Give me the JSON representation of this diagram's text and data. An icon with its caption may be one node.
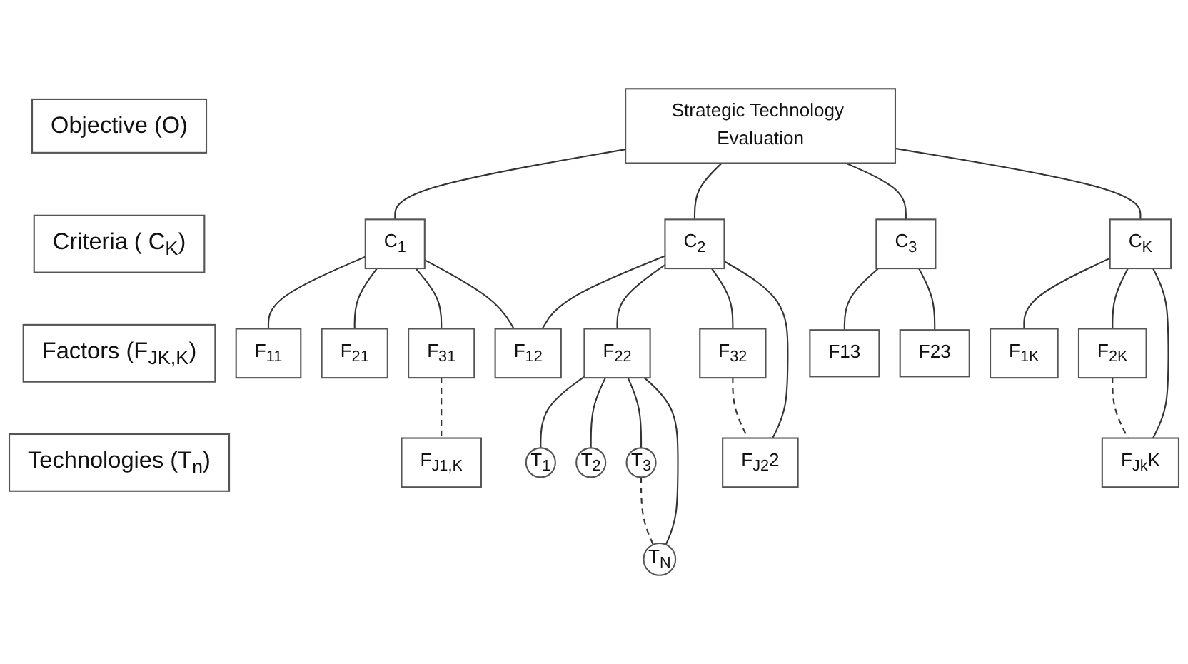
{
  "diagram": {
    "nodes": [
      {
        "text": [
          "Objective (O)"
        ]
      },
      {
        "text": [
          "Criteria ( C$_{K}$)"
        ]
      },
      {
        "text": [
          "Factors (F$_{JK,K}$)"
        ]
      },
      {
        "text": [
          "Technologies (T$_{n}$)"
        ]
      },
      {
        "text": [
          "Strategic Technology Evaluation"
        ]
      },
      {
        "text": [
          "C$_{1}$"
        ]
      },
      {
        "text": [
          "C$_{2}$"
        ]
      },
      {
        "text": [
          "C$_{3}$"
        ]
      },
      {
        "text": [
          "C$_{K}$"
        ]
      },
      {
        "text": [
          "F$_{11}$"
        ]
      },
      {
        "text": [
          "F$_{21}$"
        ]
      },
      {
        "text": [
          "F$_{31}$"
        ]
      },
      {
        "text": [
          "F$_{J1,K}$"
        ]
      },
      {
        "text": [
          "F$_{12}$"
        ]
      },
      {
        "text": [
          "F$_{22}$"
        ]
      },
      {
        "text": [
          "F$_{32}$"
        ]
      },
      {
        "text": [
          "F$_{J2}$2"
        ]
      },
      {
        "text": [
          "F13"
        ]
      },
      {
        "text": [
          "F23"
        ]
      },
      {
        "text": [
          "F$_{1K}$"
        ]
      },
      {
        "text": [
          "F$_{2K}$"
        ]
      },
      {
        "text": [
          "F$_{Jk}$K"
        ]
      },
      {
        "text": [
          "T$_{1}$"
        ]
      },
      {
        "text": [
          "T$_{2}$"
        ]
      },
      {
        "text": [
          "T$_{3}$"
        ]
      },
      {
        "text": [
          "T$_{N}$"
        ]
      }
    ],
    "edges": [
      {
        "from": 4,
        "to": 5,
        "arrow": "none"
      },
      {
        "from": 4,
        "to": 6,
        "arrow": "none"
      },
      {
        "from": 4,
        "to": 7,
        "arrow": "none"
      },
      {
        "from": 4,
        "to": 8,
        "arrow": "none"
      },
      {
        "from": 5,
        "to": 9,
        "arrow": "none"
      },
      {
        "from": 5,
        "to": 10,
        "arrow": "none"
      },
      {
        "from": 5,
        "to": 11,
        "arrow": "none"
      },
      {
        "from": 5,
        "to": 13,
        "arrow": "none"
      },
      {
        "from": 11,
        "to": 12,
        "arrow": "none",
        "style": "dashed"
      },
      {
        "from": 6,
        "to": 13,
        "arrow": "none"
      },
      {
        "from": 6,
        "to": 14,
        "arrow": "none"
      },
      {
        "from": 6,
        "to": 15,
        "arrow": "none"
      },
      {
        "from": 6,
        "to": 16,
        "arrow": "none"
      },
      {
        "from": 15,
        "to": 16,
        "arrow": "none",
        "style": "dashed"
      },
      {
        "from": 7,
        "to": 17,
        "arrow": "none"
      },
      {
        "from": 7,
        "to": 18,
        "arrow": "none"
      },
      {
        "from": 8,
        "to": 19,
        "arrow": "none"
      },
      {
        "from": 8,
        "to": 20,
        "arrow": "none"
      },
      {
        "from": 8,
        "to": 21,
        "arrow": "none"
      },
      {
        "from": 20,
        "to": 21,
        "arrow": "none",
        "style": "dashed"
      },
      {
        "from": 14,
        "to": 22,
        "arrow": "none"
      },
      {
        "from": 14,
        "to": 23,
        "arrow": "none"
      },
      {
        "from": 14,
        "to": 24,
        "arrow": "none"
      },
      {
        "from": 14,
        "to": 25,
        "arrow": "none"
      },
      {
        "from": 24,
        "to": 25,
        "arrow": "none",
        "style": "dashed"
      }
    ]
  }
}
